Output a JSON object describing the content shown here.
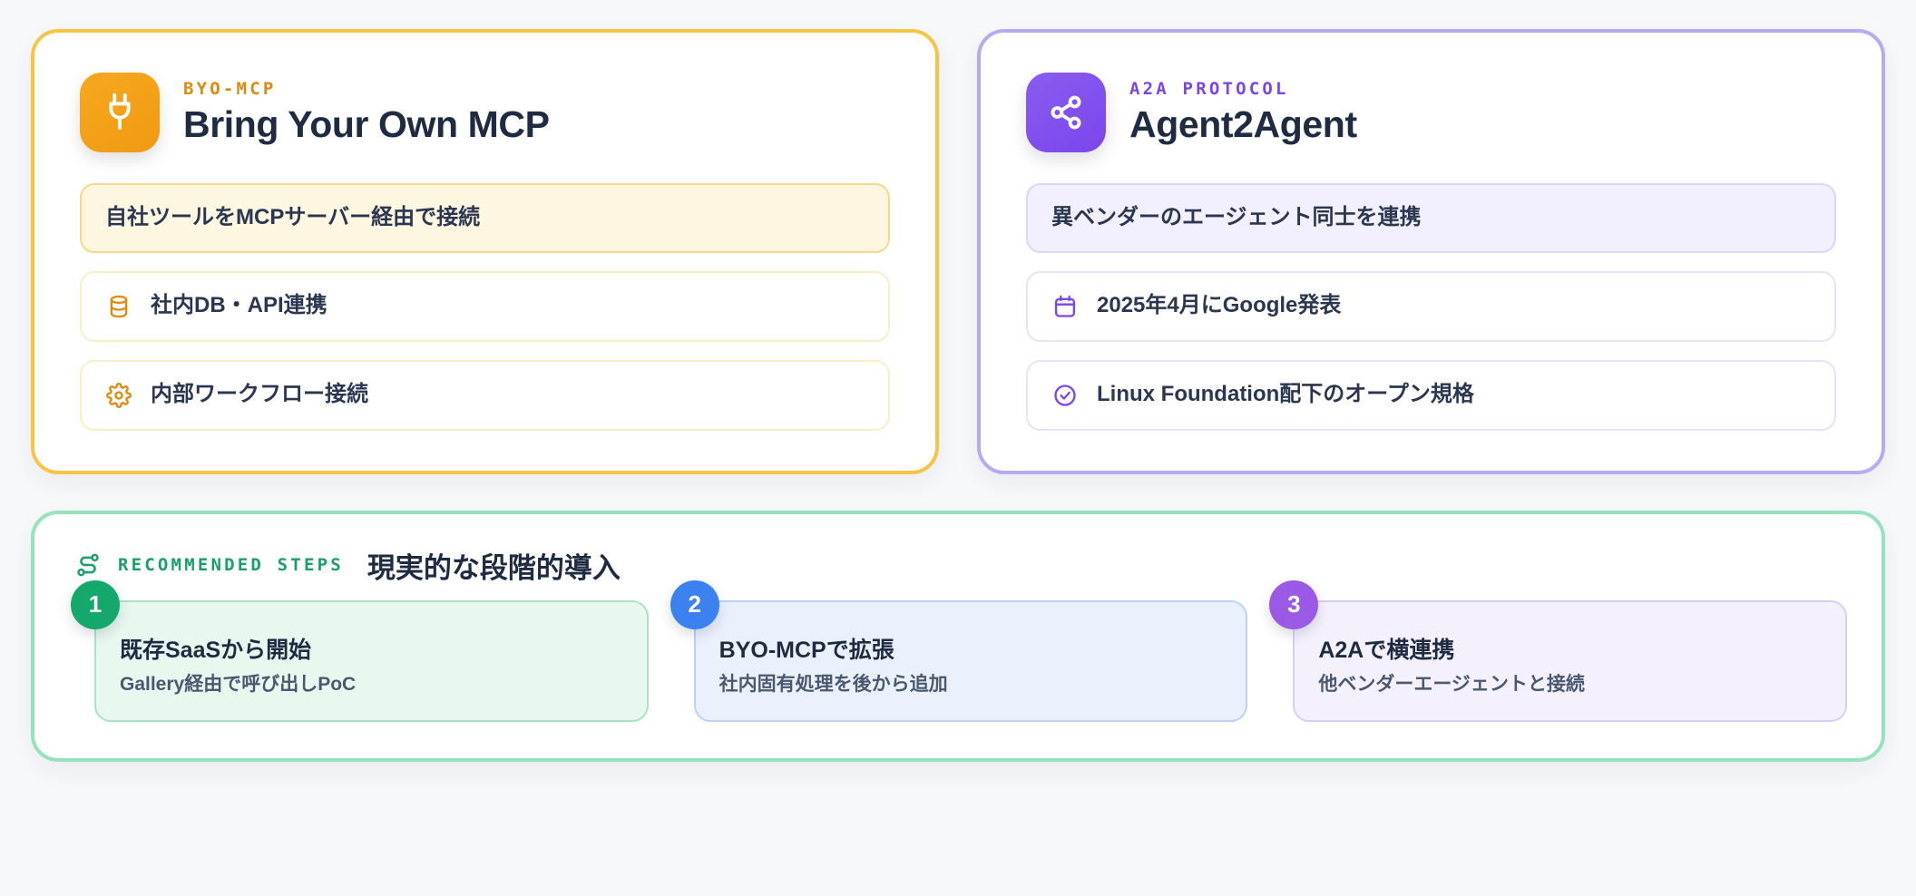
{
  "cards": [
    {
      "eyebrow": "BYO-MCP",
      "title": "Bring Your Own MCP",
      "icon": "plug-icon",
      "accent": "#f0a01a",
      "border": "#f6c544",
      "rows": [
        {
          "label": "自社ツールをMCPサーバー経由で接続",
          "icon": "",
          "highlight": true
        },
        {
          "label": "社内DB・API連携",
          "icon": "database-icon",
          "highlight": false
        },
        {
          "label": "内部ワークフロー接続",
          "icon": "gear-icon",
          "highlight": false
        }
      ]
    },
    {
      "eyebrow": "A2A PROTOCOL",
      "title": "Agent2Agent",
      "icon": "share-network-icon",
      "accent": "#7c45ec",
      "border": "#b9a8f2",
      "rows": [
        {
          "label": "異ベンダーのエージェント同士を連携",
          "icon": "",
          "highlight": true
        },
        {
          "label": "2025年4月にGoogle発表",
          "icon": "calendar-icon",
          "highlight": false
        },
        {
          "label": "Linux Foundation配下のオープン規格",
          "icon": "check-circle-icon",
          "highlight": false
        }
      ]
    }
  ],
  "steps_panel": {
    "eyebrow": "RECOMMENDED STEPS",
    "title": "現実的な段階的導入",
    "icon": "workflow-route-icon",
    "accent": "#16a06a",
    "border": "#97e2bd",
    "steps": [
      {
        "number": "1",
        "title": "既存SaaSから開始",
        "subtitle": "Gallery経由で呼び出しPoC",
        "color": "#15a86d"
      },
      {
        "number": "2",
        "title": "BYO-MCPで拡張",
        "subtitle": "社内固有処理を後から追加",
        "color": "#3b82f0"
      },
      {
        "number": "3",
        "title": "A2Aで横連携",
        "subtitle": "他ベンダーエージェントと接続",
        "color": "#9a5ae6"
      }
    ]
  }
}
